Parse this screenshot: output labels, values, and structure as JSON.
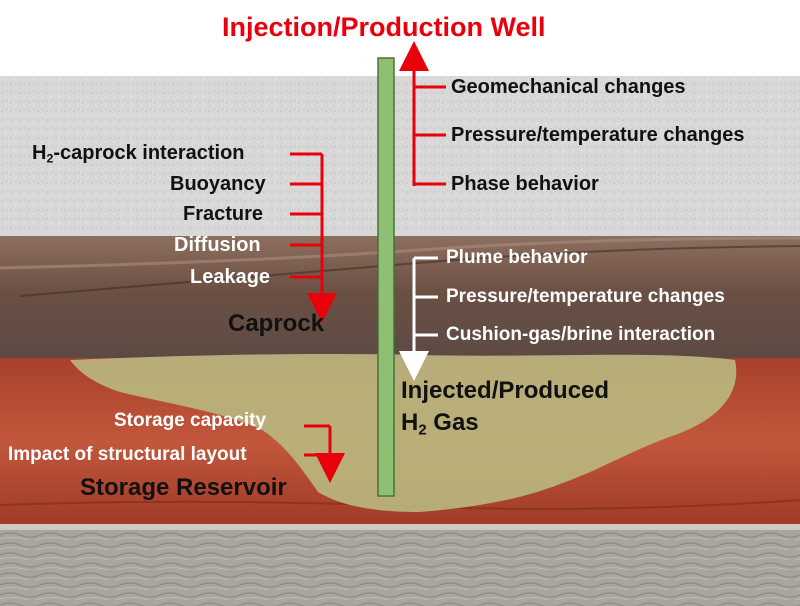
{
  "title": "Injection/Production Well",
  "well_effects": [
    "Geomechanical changes",
    "Pressure/temperature changes",
    "Phase behavior"
  ],
  "caprock": {
    "label": "Caprock",
    "items": {
      "h2_prefix": "H",
      "h2_sub": "2",
      "h2_rest": "-caprock interaction",
      "buoyancy": "Buoyancy",
      "fracture": "Fracture",
      "diffusion": "Diffusion",
      "leakage": "Leakage"
    }
  },
  "plume_effects": [
    "Plume behavior",
    "Pressure/temperature changes",
    "Cushion-gas/brine interaction"
  ],
  "gas": {
    "line1": "Injected/Produced",
    "line2_prefix": "H",
    "line2_sub": "2",
    "line2_rest": " Gas"
  },
  "reservoir": {
    "label": "Storage Reservoir",
    "items": [
      "Storage capacity",
      "Impact of structural layout"
    ]
  },
  "colors": {
    "red_accent": "#e8000b",
    "well_fill": "#8fbf73",
    "gas_plume": "#b9b57e",
    "reservoir": "#b5452f",
    "caprock": "#6e5246",
    "basement": "#a8a49c",
    "top_layer": "#d6d6d6"
  }
}
